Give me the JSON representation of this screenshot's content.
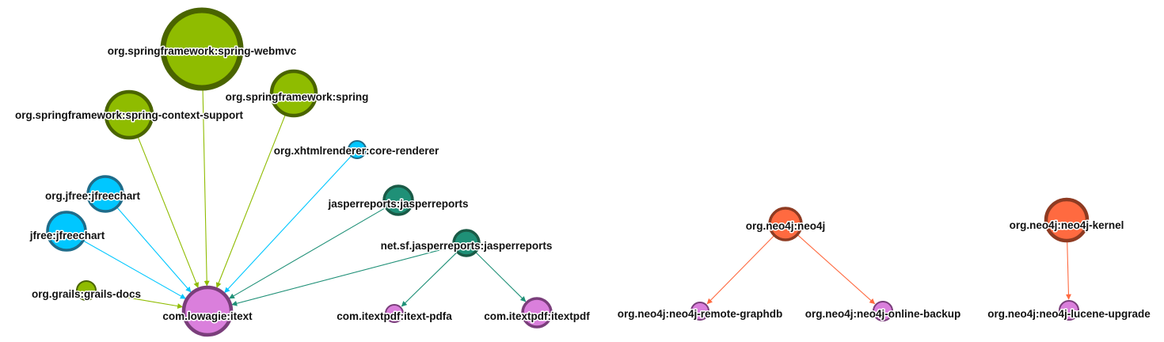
{
  "graph": {
    "groups": {
      "spring": {
        "fill": "#8fbc00",
        "stroke": "#4a6400"
      },
      "xhtml": {
        "fill": "#00c7ff",
        "stroke": "#1f6c8a"
      },
      "jasper": {
        "fill": "#1f9077",
        "stroke": "#1a5a46"
      },
      "itext": {
        "fill": "#da7fdc",
        "stroke": "#7a3e7b"
      },
      "neo4j": {
        "fill": "#ff6a40",
        "stroke": "#8e3b22"
      }
    },
    "nodes": [
      {
        "id": "spring-webmvc",
        "label": "org.springframework:spring-webmvc",
        "group": "spring",
        "size": 5
      },
      {
        "id": "spring",
        "label": "org.springframework:spring",
        "group": "spring",
        "size": 3
      },
      {
        "id": "spring-context-support",
        "label": "org.springframework:spring-context-support",
        "group": "spring",
        "size": 3
      },
      {
        "id": "core-renderer",
        "label": "org.xhtmlrenderer:core-renderer",
        "group": "xhtml",
        "size": 1
      },
      {
        "id": "org-jfreechart",
        "label": "org.jfree:jfreechart",
        "group": "xhtml",
        "size": 2
      },
      {
        "id": "jfreechart",
        "label": "jfree:jfreechart",
        "group": "xhtml",
        "size": 2
      },
      {
        "id": "jasperreports",
        "label": "jasperreports:jasperreports",
        "group": "jasper",
        "size": 2
      },
      {
        "id": "net-jasperreports",
        "label": "net.sf.jasperreports:jasperreports",
        "group": "jasper",
        "size": 2
      },
      {
        "id": "grails-docs",
        "label": "org.grails:grails-docs",
        "group": "spring",
        "size": 1
      },
      {
        "id": "lowagie-itext",
        "label": "com.lowagie:itext",
        "group": "itext",
        "size": 3
      },
      {
        "id": "itext-pdfa",
        "label": "com.itextpdf:itext-pdfa",
        "group": "itext",
        "size": 1
      },
      {
        "id": "itextpdf",
        "label": "com.itextpdf:itextpdf",
        "group": "itext",
        "size": 2
      },
      {
        "id": "neo4j",
        "label": "org.neo4j:neo4j",
        "group": "neo4j",
        "size": 2
      },
      {
        "id": "neo4j-kernel",
        "label": "org.neo4j:neo4j-kernel",
        "group": "neo4j",
        "size": 3
      },
      {
        "id": "remote-graphdb",
        "label": "org.neo4j:neo4j-remote-graphdb",
        "group": "itext",
        "size": 1
      },
      {
        "id": "online-backup",
        "label": "org.neo4j:neo4j-online-backup",
        "group": "itext",
        "size": 1
      },
      {
        "id": "lucene-upgrade",
        "label": "org.neo4j:neo4j-lucene-upgrade",
        "group": "itext",
        "size": 1
      }
    ],
    "edges": [
      {
        "source": "spring-webmvc",
        "target": "lowagie-itext"
      },
      {
        "source": "spring",
        "target": "lowagie-itext"
      },
      {
        "source": "spring-context-support",
        "target": "lowagie-itext"
      },
      {
        "source": "core-renderer",
        "target": "lowagie-itext"
      },
      {
        "source": "org-jfreechart",
        "target": "lowagie-itext"
      },
      {
        "source": "jfreechart",
        "target": "lowagie-itext"
      },
      {
        "source": "jasperreports",
        "target": "lowagie-itext"
      },
      {
        "source": "net-jasperreports",
        "target": "lowagie-itext"
      },
      {
        "source": "grails-docs",
        "target": "lowagie-itext"
      },
      {
        "source": "net-jasperreports",
        "target": "itext-pdfa"
      },
      {
        "source": "net-jasperreports",
        "target": "itextpdf"
      },
      {
        "source": "neo4j",
        "target": "remote-graphdb"
      },
      {
        "source": "neo4j",
        "target": "online-backup"
      },
      {
        "source": "neo4j-kernel",
        "target": "lucene-upgrade"
      }
    ]
  }
}
